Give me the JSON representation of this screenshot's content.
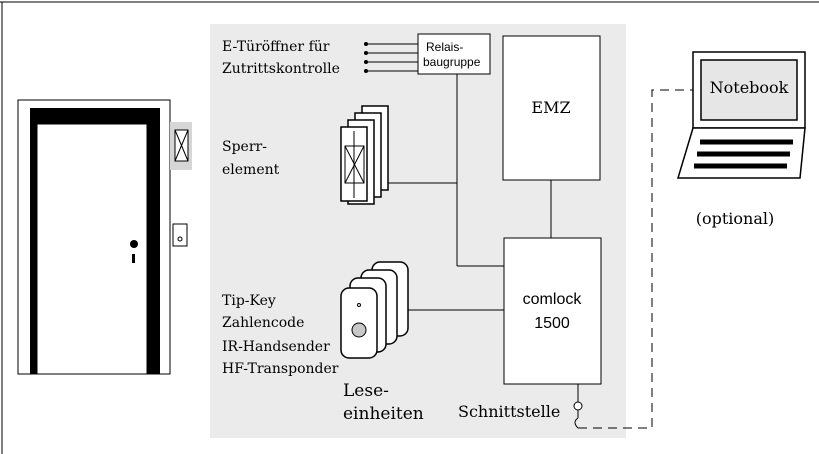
{
  "colors": {
    "panel": "#ebebeb",
    "line": "#000000",
    "background": "#ffffff",
    "notebook_screen": "#e6e6e6"
  },
  "labels": {
    "door_opener_line1": "E-Türöffner für",
    "door_opener_line2": "Zutrittskontrolle",
    "relay_line1": "Relais-",
    "relay_line2": "baugruppe",
    "emz": "EMZ",
    "lock_element_line1": "Sperr-",
    "lock_element_line2": "element",
    "comlock_line1": "comlock",
    "comlock_line2": "1500",
    "reader_type1": "Tip-Key",
    "reader_type2": "Zahlencode",
    "reader_type3": "IR-Handsender",
    "reader_type4": "HF-Transponder",
    "reader_units_line1": "Lese-",
    "reader_units_line2": "einheiten",
    "interface": "Schnittstelle",
    "notebook": "Notebook",
    "optional": "(optional)"
  },
  "icons": [
    "door-icon",
    "lock-element-icon",
    "reader-unit-icon",
    "notebook-icon",
    "interface-connector-icon"
  ]
}
